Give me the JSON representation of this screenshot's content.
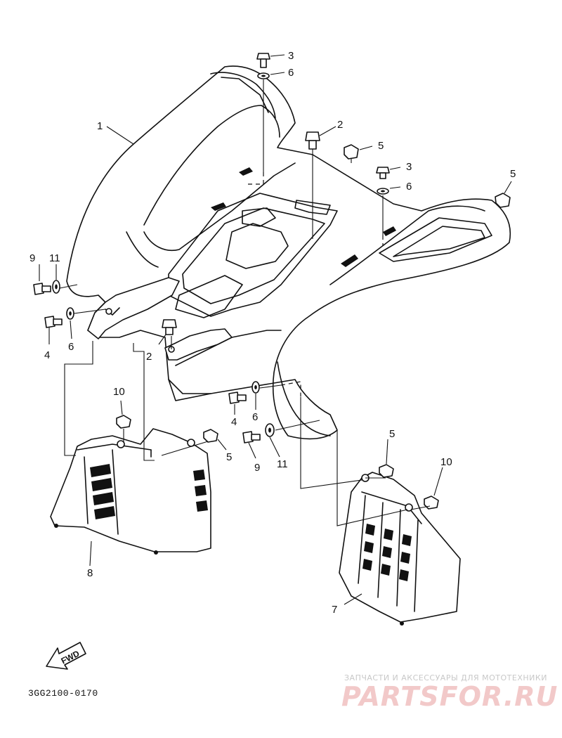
{
  "diagram": {
    "code": "3GG2100-0170",
    "direction_label": "FWD",
    "callouts": {
      "c1": "1",
      "c2a": "2",
      "c2b": "2",
      "c3a": "3",
      "c3b": "3",
      "c4a": "4",
      "c4b": "4",
      "c5a": "5",
      "c5b": "5",
      "c5c": "5",
      "c5d": "5",
      "c6a": "6",
      "c6b": "6",
      "c6c": "6",
      "c6d": "6",
      "c7": "7",
      "c8": "8",
      "c9a": "9",
      "c9b": "9",
      "c10a": "10",
      "c10b": "10",
      "c11a": "11",
      "c11b": "11"
    }
  },
  "watermark": {
    "tagline": "ЗАПЧАСТИ И АКСЕССУАРЫ ДЛЯ МОТОТЕХНИКИ",
    "site": "PARTSFOR.RU"
  }
}
